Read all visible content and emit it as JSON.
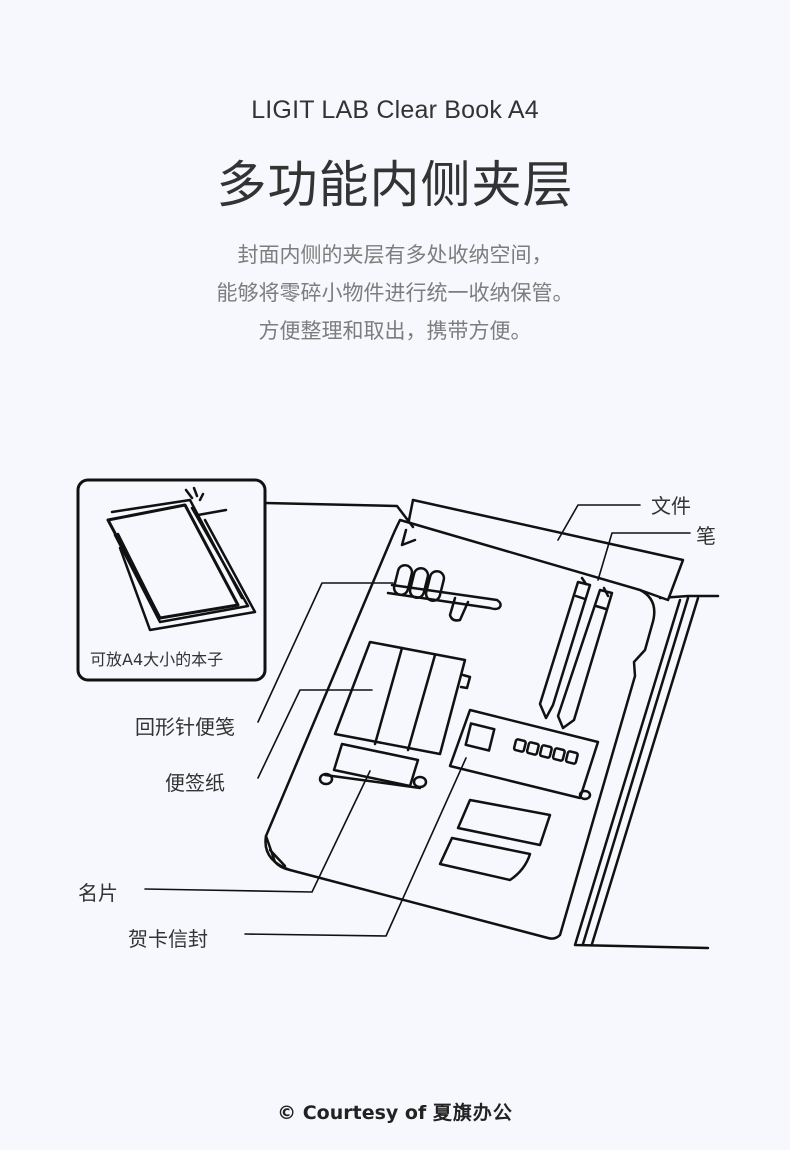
{
  "header": {
    "subtitle": "LIGIT LAB Clear Book A4",
    "title": "多功能内侧夹层"
  },
  "description": [
    "封面内侧的夹层有多处收纳空间，",
    "能够将零碎小物件进行统一收纳保管。",
    "方便整理和取出，携带方便。"
  ],
  "illustration": {
    "inset_caption": "可放A4大小的本子",
    "callouts": {
      "file": "文件",
      "pen": "笔",
      "clip_notes": "回形针便笺",
      "sticky_notes": "便签纸",
      "business_card": "名片",
      "greeting_card": "贺卡信封"
    }
  },
  "footer": {
    "copyright_symbol": "©",
    "courtesy_text": "Courtesy of",
    "brand": "夏旗办公"
  }
}
